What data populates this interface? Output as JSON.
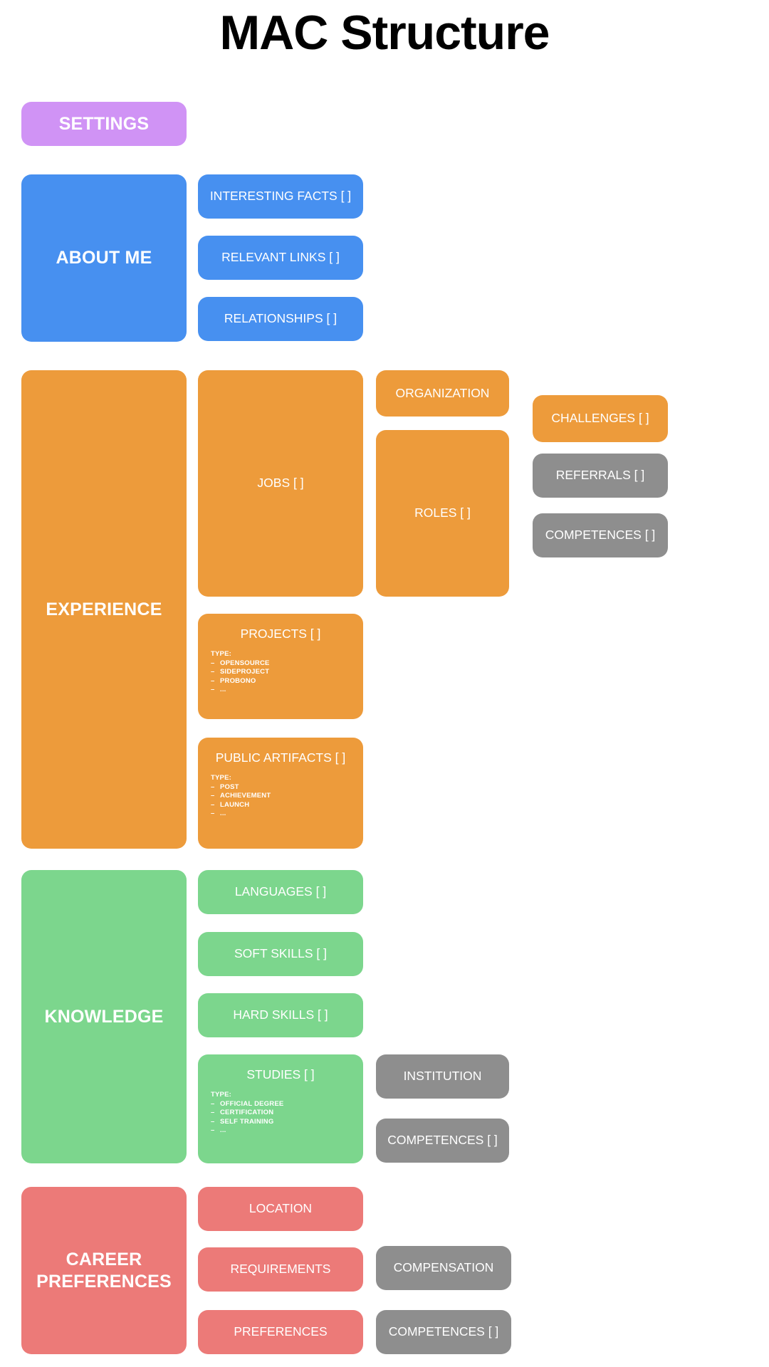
{
  "page": {
    "title": "MAC Structure",
    "background": "#ffffff"
  },
  "palette": {
    "purple": "#d093f5",
    "blue": "#4790f0",
    "orange": "#ed9b3b",
    "green": "#7cd68d",
    "red": "#ec7a78",
    "gray": "#8e8e8e",
    "text_on_card": "#ffffff",
    "title_color": "#000000"
  },
  "sections": {
    "settings": {
      "root": {
        "label": "SETTINGS",
        "color": "#d093f5"
      }
    },
    "about_me": {
      "root": {
        "label": "ABOUT ME",
        "color": "#4790f0"
      },
      "children": [
        {
          "label": "INTERESTING FACTS [ ]",
          "color": "#4790f0"
        },
        {
          "label": "RELEVANT LINKS [ ]",
          "color": "#4790f0"
        },
        {
          "label": "RELATIONSHIPS [ ]",
          "color": "#4790f0"
        }
      ]
    },
    "experience": {
      "root": {
        "label": "EXPERIENCE",
        "color": "#ed9b3b"
      },
      "jobs": {
        "label": "JOBS [ ]",
        "color": "#ed9b3b"
      },
      "organization": {
        "label": "ORGANIZATION",
        "color": "#ed9b3b"
      },
      "roles": {
        "label": "ROLES [ ]",
        "color": "#ed9b3b"
      },
      "challenges": {
        "label": "CHALLENGES [ ]",
        "color": "#ed9b3b"
      },
      "referrals": {
        "label": "REFERRALS [ ]",
        "color": "#8e8e8e"
      },
      "competences": {
        "label": "COMPETENCES [ ]",
        "color": "#8e8e8e"
      },
      "projects": {
        "label": "PROJECTS [ ]",
        "color": "#ed9b3b",
        "type_heading": "TYPE:",
        "types": [
          "OPENSOURCE",
          "SIDEPROJECT",
          "PROBONO",
          "..."
        ]
      },
      "public_artifacts": {
        "label": "PUBLIC ARTIFACTS [ ]",
        "color": "#ed9b3b",
        "type_heading": "TYPE:",
        "types": [
          "POST",
          "ACHIEVEMENT",
          "LAUNCH",
          "..."
        ]
      }
    },
    "knowledge": {
      "root": {
        "label": "KNOWLEDGE",
        "color": "#7cd68d"
      },
      "languages": {
        "label": "LANGUAGES [ ]",
        "color": "#7cd68d"
      },
      "soft_skills": {
        "label": "SOFT SKILLS [ ]",
        "color": "#7cd68d"
      },
      "hard_skills": {
        "label": "HARD SKILLS [ ]",
        "color": "#7cd68d"
      },
      "studies": {
        "label": "STUDIES [ ]",
        "color": "#7cd68d",
        "type_heading": "TYPE:",
        "types": [
          "OFFICIAL DEGREE",
          "CERTIFICATION",
          "SELF TRAINING",
          "..."
        ]
      },
      "institution": {
        "label": "INSTITUTION",
        "color": "#8e8e8e"
      },
      "competences": {
        "label": "COMPETENCES [ ]",
        "color": "#8e8e8e"
      }
    },
    "career_preferences": {
      "root": {
        "label": "CAREER\nPREFERENCES",
        "label_line1": "CAREER",
        "label_line2": "PREFERENCES",
        "color": "#ec7a78"
      },
      "location": {
        "label": "LOCATION",
        "color": "#ec7a78"
      },
      "requirements": {
        "label": "REQUIREMENTS",
        "color": "#ec7a78"
      },
      "preferences": {
        "label": "PREFERENCES",
        "color": "#ec7a78"
      },
      "compensation": {
        "label": "COMPENSATION",
        "color": "#8e8e8e"
      },
      "competences": {
        "label": "COMPETENCES [ ]",
        "color": "#8e8e8e"
      }
    }
  }
}
